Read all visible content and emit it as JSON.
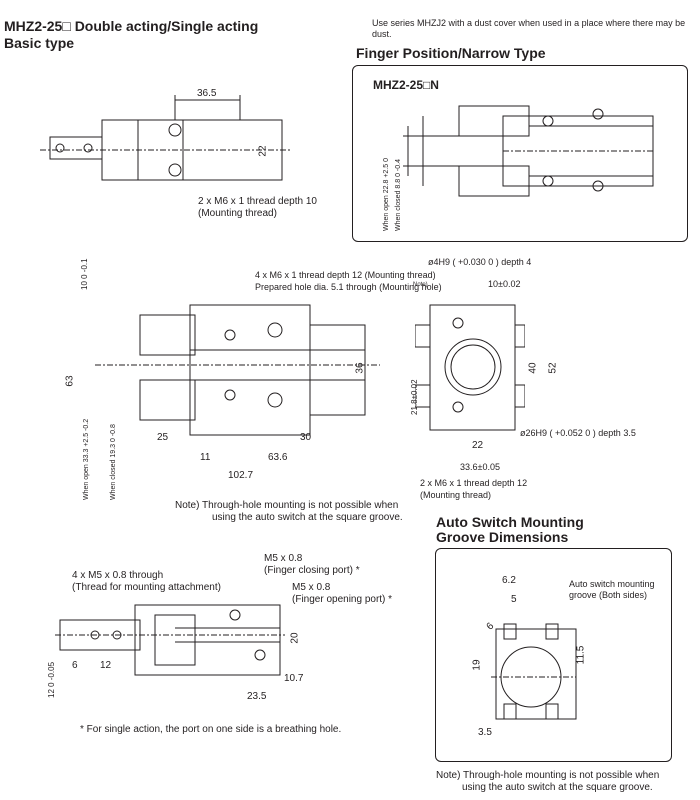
{
  "header": {
    "title_line1": "MHZ2-25□ Double acting/Single acting",
    "title_line2": "Basic type",
    "top_note": "Use series MHZJ2 with a dust cover when used in a place where there may be dust."
  },
  "finger_narrow": {
    "section_title": "Finger Position/Narrow Type",
    "model_label": "MHZ2-25□N",
    "dim_open": "When open 22.8 +2.5 0",
    "dim_closed": "When closed 8.8 0 -0.4"
  },
  "top_view": {
    "dim_width": "36.5",
    "dim_height": "22",
    "thread_label_1": "2 x M6 x 1 thread depth 10",
    "thread_label_2": "(Mounting thread)"
  },
  "main_view": {
    "thread_label_1": "4 x M6 x 1 thread depth 12 (Mounting thread)",
    "thread_label_2": "Prepared hole dia. 5.1 through (Mounting hole)",
    "thread_note_sup": "Note)",
    "dim_top_tol": "10 0 -0.1",
    "dim_63": "63",
    "dim_36": "36",
    "dim_25": "25",
    "dim_30": "30",
    "dim_11": "11",
    "dim_63_6": "63.6",
    "dim_102_7": "102.7",
    "dim_open": "When open 33.3 +2.5 -0.2",
    "dim_closed": "When closed 19.3 0 -0.8",
    "note_1": "Note) Through-hole mounting is not possible when",
    "note_2": "using the auto switch at the square groove."
  },
  "side_view": {
    "dim_hole": "ø4H9 ( +0.030 0 ) depth 4",
    "dim_10": "10±0.02",
    "dim_40": "40",
    "dim_52": "52",
    "dim_21_8": "21.8±0.02",
    "dim_22": "22",
    "dim_33_6": "33.6±0.05",
    "dim_26": "ø26H9 ( +0.052 0 ) depth 3.5",
    "thread_label_1": "2 x M6 x 1 thread depth 12",
    "thread_label_2": "(Mounting thread)"
  },
  "bottom_view": {
    "thread_label_1": "4 x M5 x 0.8 through",
    "thread_label_2": "(Thread for mounting attachment)",
    "port_closing_1": "M5 x 0.8",
    "port_closing_2": "(Finger closing port) *",
    "port_opening_1": "M5 x 0.8",
    "port_opening_2": "(Finger opening port) *",
    "dim_20": "20",
    "dim_10_7": "10.7",
    "dim_23_5": "23.5",
    "dim_6": "6",
    "dim_12": "12",
    "dim_12_tol": "12 0 -0.05",
    "footnote": "* For single action, the port on one side is a breathing hole."
  },
  "auto_switch": {
    "title_1": "Auto Switch Mounting",
    "title_2": "Groove Dimensions",
    "dim_6_2": "6.2",
    "dim_5": "5",
    "dim_6": "6",
    "dim_19": "19",
    "dim_11_5": "11.5",
    "dim_3_5": "3.5",
    "groove_label_1": "Auto switch mounting",
    "groove_label_2": "groove (Both sides)",
    "note_1": "Note) Through-hole mounting is not possible when",
    "note_2": "using the auto switch at the square groove."
  }
}
